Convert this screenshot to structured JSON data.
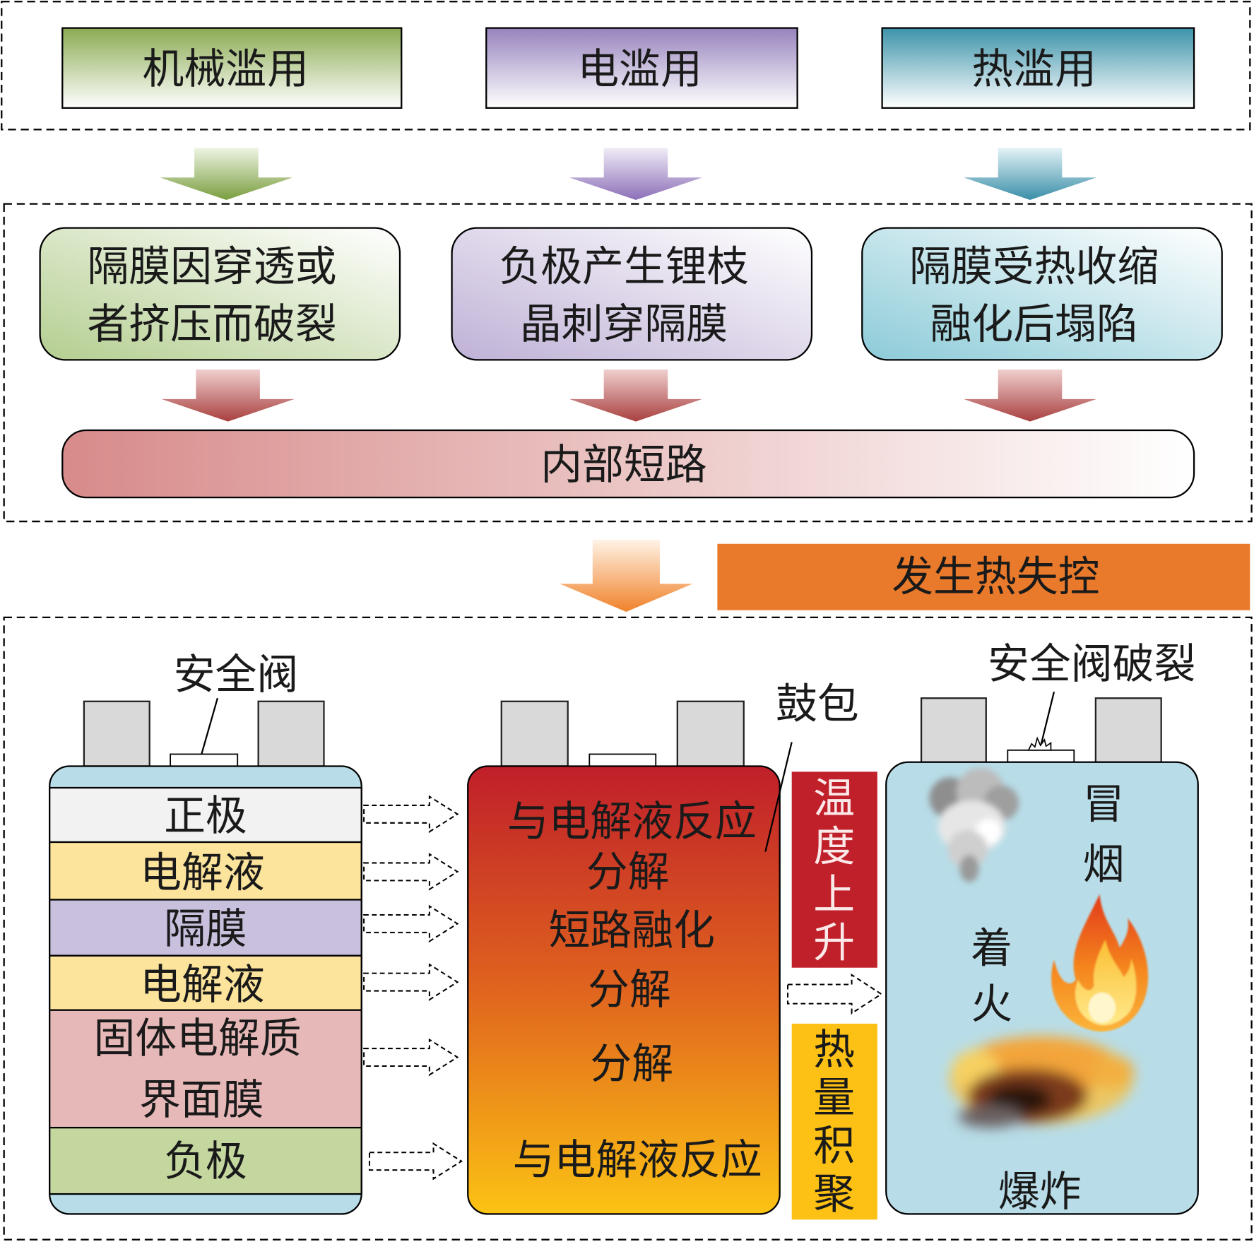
{
  "causes": [
    {
      "label": "机械滥用",
      "color": "#8bab52"
    },
    {
      "label": "电滥用",
      "color": "#9783bd"
    },
    {
      "label": "热滥用",
      "color": "#3d93aa"
    }
  ],
  "mechanisms": [
    {
      "lines": [
        "隔膜因穿透或",
        "者挤压而破裂"
      ],
      "color": "#b4ce90"
    },
    {
      "lines": [
        "负极产生锂枝",
        "晶刺穿隔膜"
      ],
      "color": "#bfb1d6"
    },
    {
      "lines": [
        "隔膜受热收缩",
        "融化后塌陷"
      ],
      "color": "#8ccbd8"
    }
  ],
  "internal_short": {
    "label": "内部短路",
    "color": "#d78b8a"
  },
  "thermal_runaway": {
    "label": "发生热失控",
    "color": "#e97a2b"
  },
  "normal_battery": {
    "valve_label": "安全阀",
    "casing_color": "#b8dde8",
    "layers": [
      {
        "label": "正极",
        "color": "#f2f2f2"
      },
      {
        "label": "电解液",
        "color": "#fde49c"
      },
      {
        "label": "隔膜",
        "color": "#c9c0de"
      },
      {
        "label": "电解液",
        "color": "#fde49c"
      },
      {
        "lines": [
          "固体电解质",
          "界面膜"
        ],
        "color": "#e6b8b7"
      },
      {
        "label": "负极",
        "color": "#c4d79f"
      }
    ]
  },
  "swollen_battery": {
    "callout": "鼓包",
    "reactions": [
      "与电解液反应",
      "分解",
      "短路融化",
      "分解",
      "分解",
      "与电解液反应"
    ],
    "gradient": {
      "top": "#c01f2a",
      "middle": "#e0641e",
      "bottom": "#fcc314"
    }
  },
  "temperature_rise": {
    "label": "温度上升",
    "color": "#c0202a"
  },
  "heat_accumulation": {
    "label": "热量积聚",
    "color": "#fcc114"
  },
  "ruptured_battery": {
    "valve_label": "安全阀破裂",
    "casing_color": "#b8dde8",
    "smoke_label": "冒烟",
    "fire_label": "着火",
    "explosion_label": "爆炸"
  }
}
